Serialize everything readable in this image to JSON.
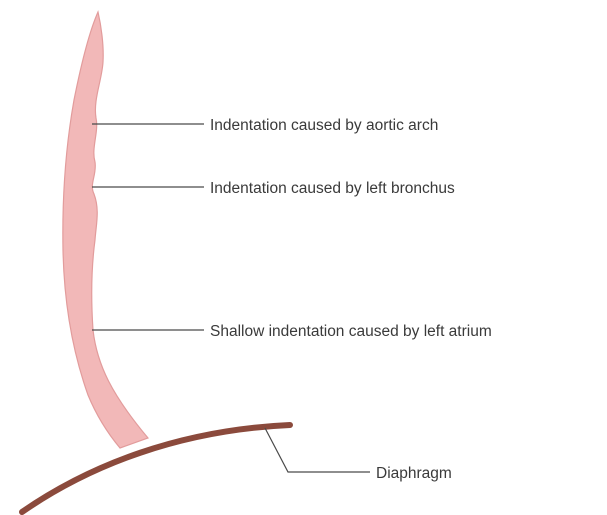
{
  "labels": {
    "aortic_arch": "Indentation caused by aortic arch",
    "left_bronchus": "Indentation caused by left bronchus",
    "left_atrium": "Shallow indentation caused by left atrium",
    "diaphragm": "Diaphragm"
  },
  "colors": {
    "esophagus_fill": "#f2b8b8",
    "esophagus_stroke": "#e29c9c",
    "diaphragm": "#8b4a3c",
    "leader_line": "#4a4a4a",
    "text": "#3a3a3a"
  }
}
